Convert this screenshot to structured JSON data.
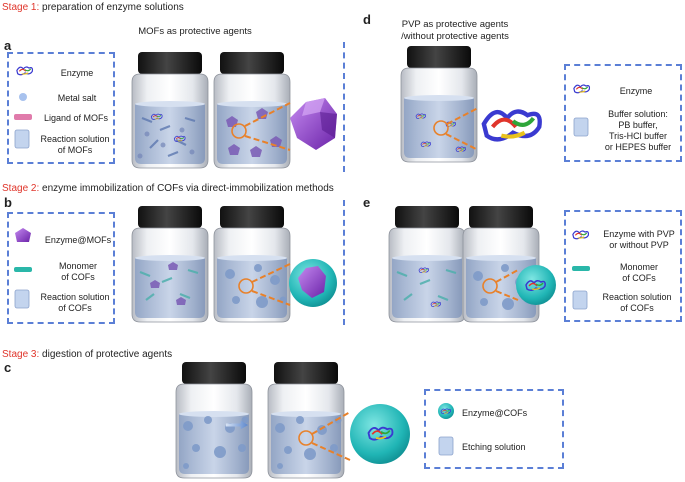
{
  "stages": [
    {
      "num": "Stage 1:",
      "text": " preparation of enzyme solutions"
    },
    {
      "num": "Stage 2:",
      "text": " enzyme immobilization of COFs via direct-immobilization methods"
    },
    {
      "num": "Stage 3:",
      "text": " digestion of protective agents"
    }
  ],
  "panels": {
    "a": {
      "label": "a",
      "caption": "MOFs as protective agents",
      "legend": [
        "Enzyme",
        "Metal salt",
        "Ligand of MOFs",
        "Reaction solution",
        "of MOFs"
      ]
    },
    "b": {
      "label": "b",
      "legend": [
        "Enzyme@MOFs",
        "Monomer",
        "of COFs",
        "Reaction solution",
        "of COFs"
      ]
    },
    "c": {
      "label": "c",
      "legend": [
        "Enzyme@COFs",
        "Etching solution"
      ]
    },
    "d": {
      "label": "d",
      "caption1": "PVP as protective agents",
      "caption2": "/without protective agents",
      "legend": [
        "Enzyme",
        "Buffer solution:",
        "PB buffer,",
        "Tris-HCl buffer",
        "or HEPES buffer"
      ]
    },
    "e": {
      "label": "e",
      "legend": [
        "Enzyme with PVP",
        "or without PVP",
        "Monomer",
        "of COFs",
        "Reaction solution",
        "of COFs"
      ]
    }
  },
  "colors": {
    "stage_accent": "#e0352b",
    "legend_border": "#5b7fd6",
    "cof_sphere": "#2ec4c4",
    "mof_crystal": "#8a3cc7",
    "zoom_lines": "#e8812a"
  }
}
